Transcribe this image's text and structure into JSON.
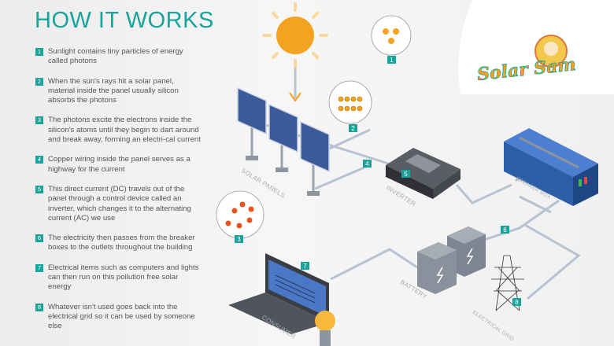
{
  "title": "HOW IT WORKS",
  "steps": [
    {
      "num": "1",
      "text": "Sunlight contains tiny particles of energy called photons"
    },
    {
      "num": "2",
      "text": "When the sun's rays hit a solar panel, material inside the panel usually silicon absorbs the photons"
    },
    {
      "num": "3",
      "text": "The photons excite the electrons inside the silicon's atoms until they begin to dart around and break away, forming an electri-cal current"
    },
    {
      "num": "4",
      "text": "Copper wiring inside the panel serves as a highway for the current"
    },
    {
      "num": "5",
      "text": "This direct current (DC) travels out of the panel through a control device called an inverter, which changes it to the alternating current (AC) we use"
    },
    {
      "num": "6",
      "text": "The electricity then passes from the breaker boxes to the outlets throughout the building"
    },
    {
      "num": "7",
      "text": "Electrical items such as computers and lights can then run on this pollution free solar energy"
    },
    {
      "num": "8",
      "text": "Whatever isn't used goes back into the electrical grid so it can be used by someone else"
    }
  ],
  "diagram": {
    "labels": {
      "solar_panels": "SOLAR PANELS",
      "inverter": "INVERTER",
      "breaker_box": "BREAKER BOX",
      "battery": "BATTERY",
      "consumer": "CONSUMER",
      "electrical_grid": "ELECTRICAL GRID"
    },
    "badges": [
      "1",
      "2",
      "3",
      "4",
      "5",
      "6",
      "7",
      "8"
    ]
  },
  "logo": "Solar Sam",
  "colors": {
    "accent": "#1aa39a",
    "sun": "#f4a321",
    "wire": "#b4bfd0",
    "breaker": "#2d5fa8"
  }
}
